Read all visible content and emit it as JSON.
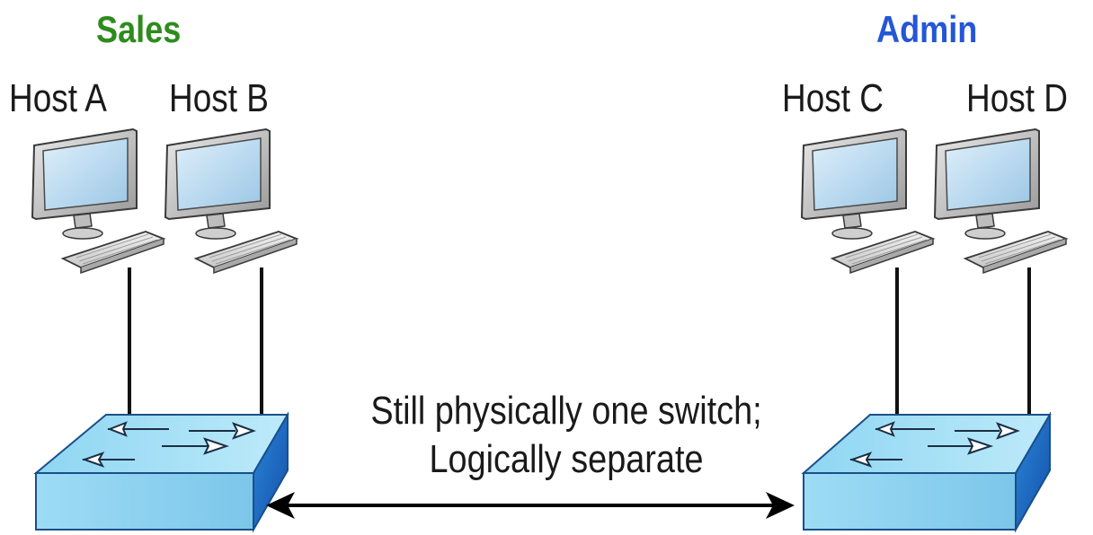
{
  "groups": [
    {
      "label": "Sales",
      "color": "#2e8b1e",
      "hosts": [
        "Host A",
        "Host B"
      ]
    },
    {
      "label": "Admin",
      "color": "#2457d6",
      "hosts": [
        "Host C",
        "Host D"
      ]
    }
  ],
  "caption": {
    "line1": "Still physically one switch;",
    "line2": "Logically separate"
  },
  "icons": {
    "host": "desktop-computer-icon",
    "switch": "network-switch-icon",
    "link": "double-headed-arrow"
  },
  "colors": {
    "switch_top": "#9fe0f5",
    "switch_front": "#8fd0ee",
    "switch_side": "#1f6fcf",
    "text": "#1a1a1a"
  }
}
